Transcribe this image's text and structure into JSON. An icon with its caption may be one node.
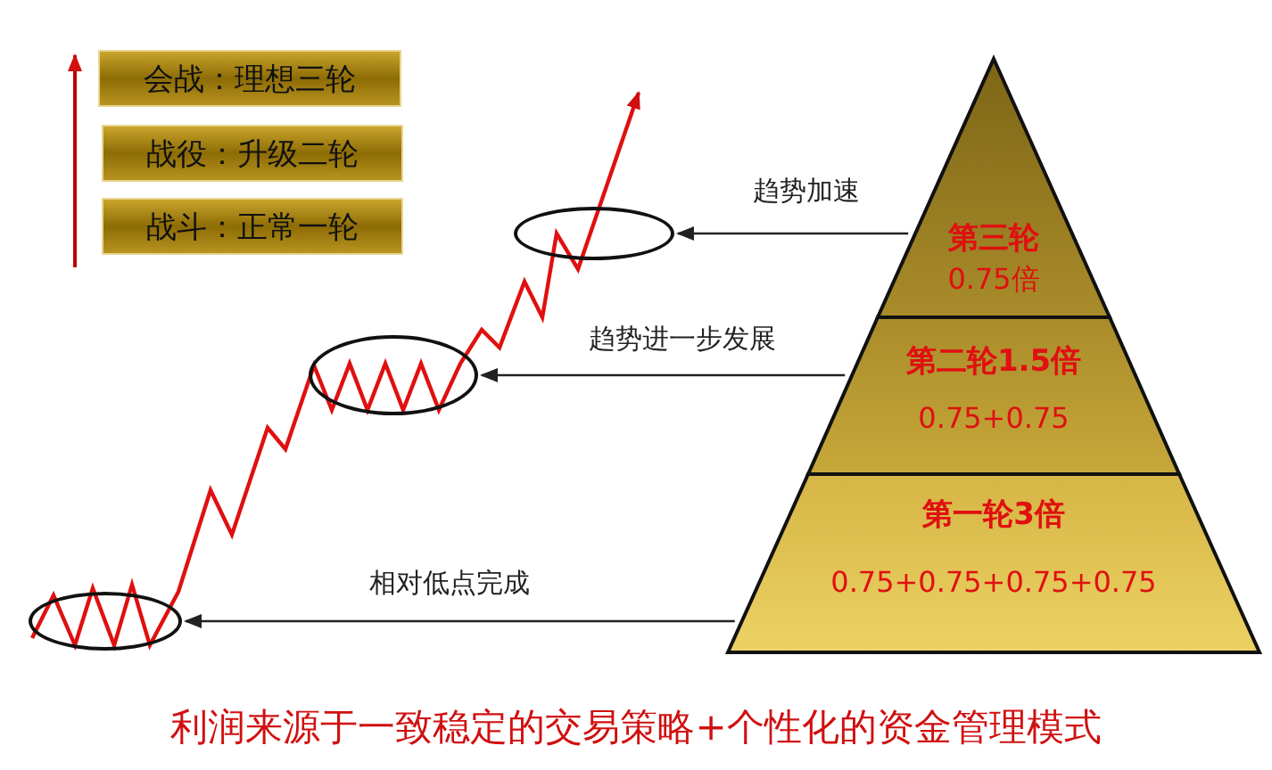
{
  "diagram": {
    "caption": "利润来源于一致稳定的交易策略+个性化的资金管理模式",
    "nodes": [
      {
        "text": [
          "会战：理想三轮"
        ]
      },
      {
        "text": [
          "战役：升级二轮"
        ]
      },
      {
        "text": [
          "战斗：正常一轮"
        ]
      },
      {
        "text": [
          "第三轮",
          "0.75倍"
        ]
      },
      {
        "text": [
          "第二轮1.5倍",
          "0.75+0.75"
        ]
      },
      {
        "text": [
          "第一轮3倍",
          "0.75+0.75+0.75+0.75"
        ]
      },
      {
        "text": [],
        "shape": "ellipse"
      },
      {
        "text": [],
        "shape": "ellipse"
      },
      {
        "text": [],
        "shape": "ellipse"
      }
    ],
    "edges": [
      {
        "from": 3,
        "to": 6,
        "arrow": "to",
        "label": "趋势加速"
      },
      {
        "from": 4,
        "to": 7,
        "arrow": "to",
        "label": "趋势进一步发展"
      },
      {
        "from": 5,
        "to": 8,
        "arrow": "to",
        "label": "相对低点完成"
      }
    ]
  }
}
